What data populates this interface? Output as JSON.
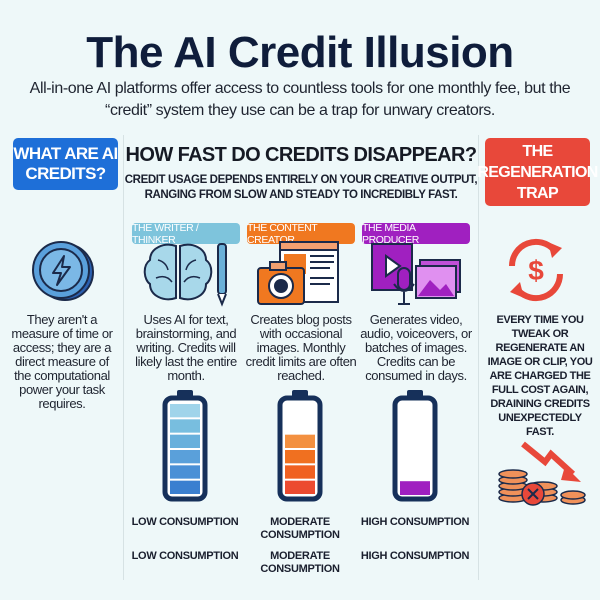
{
  "title": "The AI Credit Illusion",
  "subtitle": "All-in-one AI platforms offer access to countless tools for one monthly fee, but the “credit” system they use can be a trap for unwary creators.",
  "left": {
    "badge": "WHAT ARE AI CREDITS?",
    "icon": "lightning-coin-icon",
    "text": "They aren't a measure of time or access; they are a direct measure of the computational power your task requires.",
    "color": "#1e6fd8"
  },
  "middle": {
    "heading": "HOW FAST DO CREDITS DISAPPEAR?",
    "subheading": "CREDIT USAGE DEPENDS ENTIRELY ON YOUR CREATIVE OUTPUT, RANGING FROM SLOW AND STEADY TO INCREDIBLY FAST.",
    "profiles": [
      {
        "label": "THE WRITER / THINKER",
        "color": "#7ec4dc",
        "icon": "brain-pen-icon",
        "text": "Uses AI for text, brainstorming, and writing. Credits will likely last the entire month.",
        "battery_level": 1.0,
        "consumption": "LOW CONSUMPTION",
        "consumption_repeat": "LOW CONSUMPTION"
      },
      {
        "label": "THE CONTENT CREATOR",
        "color": "#f07820",
        "icon": "camera-blog-icon",
        "text": "Creates blog posts with occasional images. Monthly credit limits are often reached.",
        "battery_level": 0.67,
        "consumption": "MODERATE CONSUMPTION",
        "consumption_repeat": "MODERATE CONSUMPTION"
      },
      {
        "label": "THE MEDIA PRODUCER",
        "color": "#a020c0",
        "icon": "video-mic-images-icon",
        "text": "Generates video, audio, voiceovers, or batches of images. Credits can be consumed in days.",
        "battery_level": 0.15,
        "consumption": "HIGH CONSUMPTION",
        "consumption_repeat": "HIGH CONSUMPTION"
      }
    ]
  },
  "right": {
    "badge": "THE REGENERATION TRAP",
    "icon": "dollar-refresh-icon",
    "icon2": "falling-coins-icon",
    "text": "EVERY TIME YOU TWEAK OR REGENERATE AN IMAGE OR CLIP, YOU ARE CHARGED THE FULL COST AGAIN, DRAINING CREDITS UNEXPECTEDLY FAST.",
    "color": "#e8483a"
  }
}
